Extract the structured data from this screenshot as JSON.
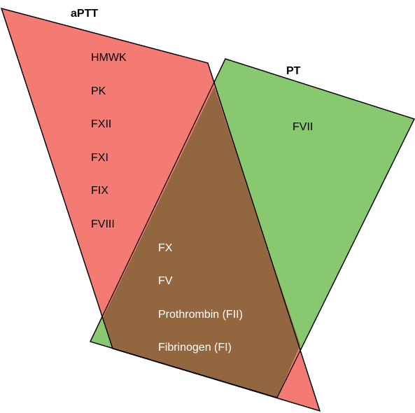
{
  "colors": {
    "aptt_fill": "#f47b73",
    "pt_fill": "#88c96f",
    "overlap_fill": "#92673f",
    "outline": "#000000",
    "text_dark": "#000000",
    "text_light": "#ffffff"
  },
  "aptt": {
    "title": "aPTT",
    "factors": [
      "HMWK",
      "PK",
      "FXII",
      "FXI",
      "FIX",
      "FVIII"
    ]
  },
  "pt": {
    "title": "PT",
    "factors": [
      "FVII"
    ]
  },
  "common": {
    "factors": [
      "FX",
      "FV",
      "Prothrombin (FII)",
      "Fibrinogen (FI)"
    ]
  }
}
